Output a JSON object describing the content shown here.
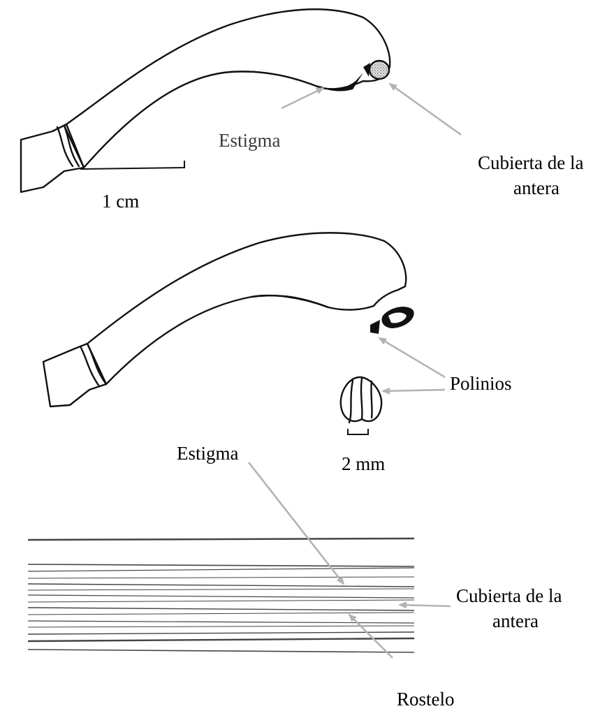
{
  "labels": {
    "fig1_stigma": "Estigma",
    "fig1_anther_cap_line1": "Cubierta de la",
    "fig1_anther_cap_line2": "antera",
    "fig1_scale": "1 cm",
    "fig2_pollinia": "Polinios",
    "fig2_scale": "2 mm",
    "fig3_stigma": "Estigma",
    "fig3_anther_cap_line1": "Cubierta de la",
    "fig3_anther_cap_line2": "antera",
    "fig3_rostellum": "Rostelo"
  },
  "colors": {
    "arrow": "#b3b3b3",
    "ink": "#111111",
    "stipple": "#efefef"
  }
}
